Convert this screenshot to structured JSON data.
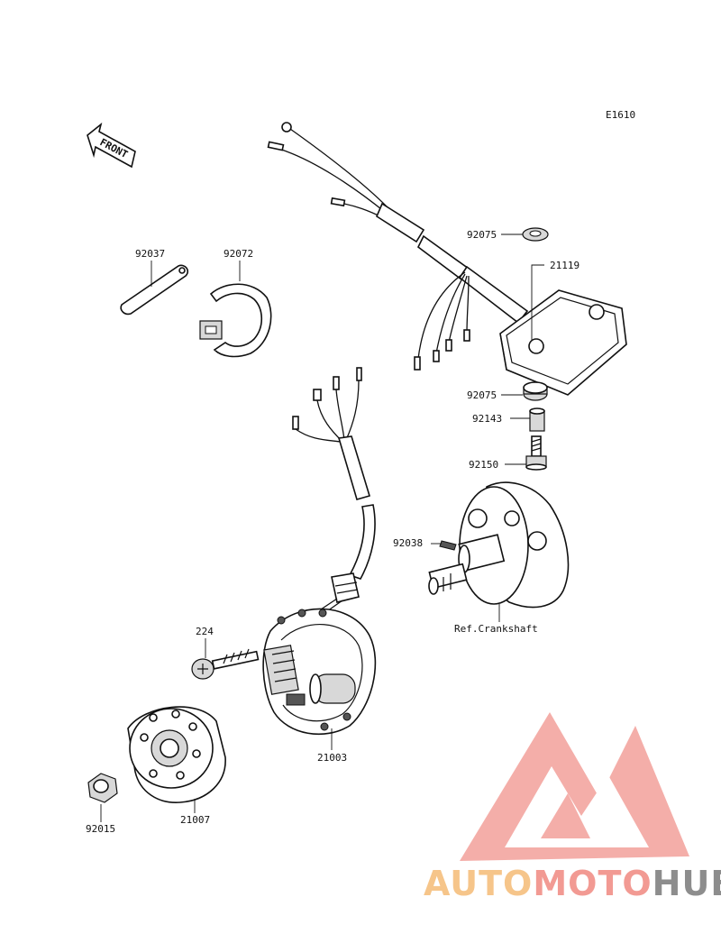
{
  "diagram_code": "E1610",
  "front_label": "FRONT",
  "parts": {
    "p92037": "92037",
    "p92072": "92072",
    "p92075_top": "92075",
    "p21119": "21119",
    "p92075_bottom": "92075",
    "p92143": "92143",
    "p92150": "92150",
    "p92038": "92038",
    "p224": "224",
    "p21003": "21003",
    "p92015": "92015",
    "p21007": "21007"
  },
  "ref_label": "Ref.Crankshaft",
  "watermark": {
    "part1": "AUTO",
    "part2": "MOTO",
    "part3": "HUB",
    "colors": {
      "auto": "#f6c58a",
      "moto": "#f29a93",
      "hub": "#8d8d8d",
      "triangle": "#f3a19b"
    }
  }
}
